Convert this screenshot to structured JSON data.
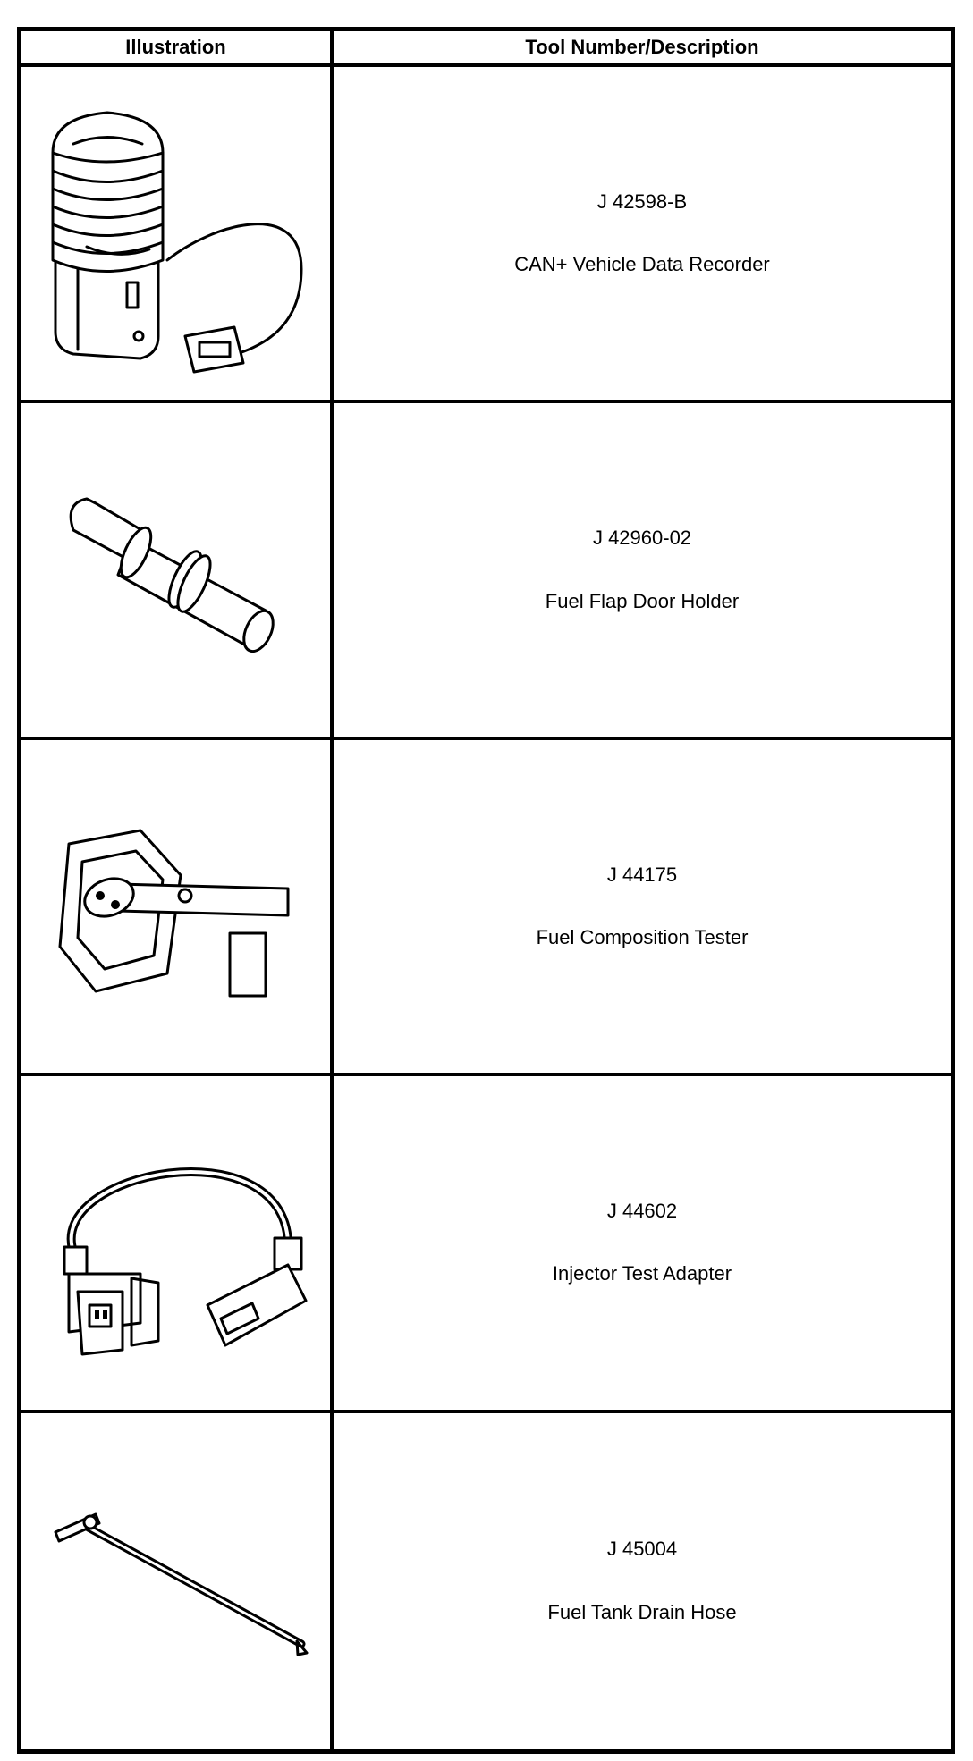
{
  "table": {
    "headers": {
      "illustration": "Illustration",
      "tool": "Tool Number/Description"
    },
    "rows": [
      {
        "tool_number": "J 42598-B",
        "description": "CAN+ Vehicle Data Recorder",
        "icon": "data-recorder-icon"
      },
      {
        "tool_number": "J 42960-02",
        "description": "Fuel Flap Door Holder",
        "icon": "flap-door-holder-icon"
      },
      {
        "tool_number": "J 44175",
        "description": "Fuel Composition Tester",
        "icon": "composition-tester-icon"
      },
      {
        "tool_number": "J 44602",
        "description": "Injector Test Adapter",
        "icon": "injector-adapter-icon"
      },
      {
        "tool_number": "J 45004",
        "description": "Fuel Tank Drain Hose",
        "icon": "drain-hose-icon"
      }
    ]
  }
}
